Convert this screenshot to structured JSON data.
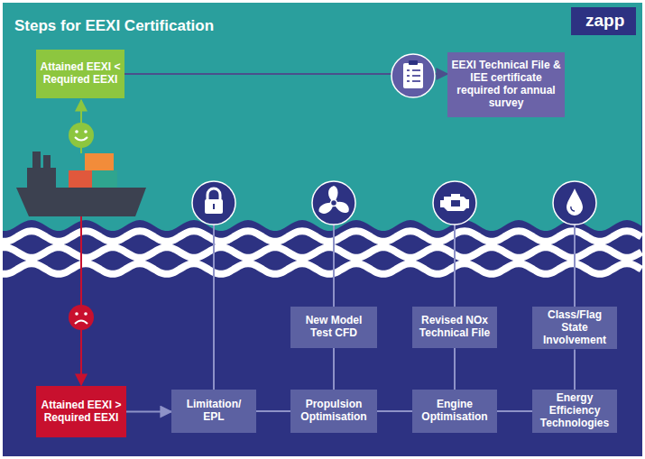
{
  "diagram": {
    "title": "Steps for EEXI Certification",
    "nodes": [
      {
        "text": [
          "Attained EEXI < Required EEXI"
        ]
      },
      {
        "text": [
          "EEXI Technical File & IEE certificate required for annual survey"
        ]
      },
      {
        "text": [
          "New Model Test CFD"
        ]
      },
      {
        "text": [
          "Revised NOx Technical File"
        ]
      },
      {
        "text": [
          "Class/Flag State Involvement"
        ]
      },
      {
        "text": [
          "Attained EEXI > Required EEXI"
        ]
      },
      {
        "text": [
          "Limitation/ EPL"
        ]
      },
      {
        "text": [
          "Propulsion Optimisation"
        ]
      },
      {
        "text": [
          "Engine Optimisation"
        ]
      },
      {
        "text": [
          "Energy Efficiency Technologies"
        ]
      }
    ],
    "edges": [
      {
        "from": 0,
        "to": 1,
        "arrow": "to"
      },
      {
        "from": 2,
        "to": 7,
        "arrow": "none"
      },
      {
        "from": 3,
        "to": 8,
        "arrow": "none"
      },
      {
        "from": 4,
        "to": 9,
        "arrow": "none"
      },
      {
        "from": 5,
        "to": 6,
        "arrow": "to"
      },
      {
        "from": 6,
        "to": 7,
        "arrow": "none"
      },
      {
        "from": 7,
        "to": 8,
        "arrow": "none"
      },
      {
        "from": 8,
        "to": 9,
        "arrow": "none"
      }
    ],
    "labels": [
      "zapp"
    ]
  }
}
